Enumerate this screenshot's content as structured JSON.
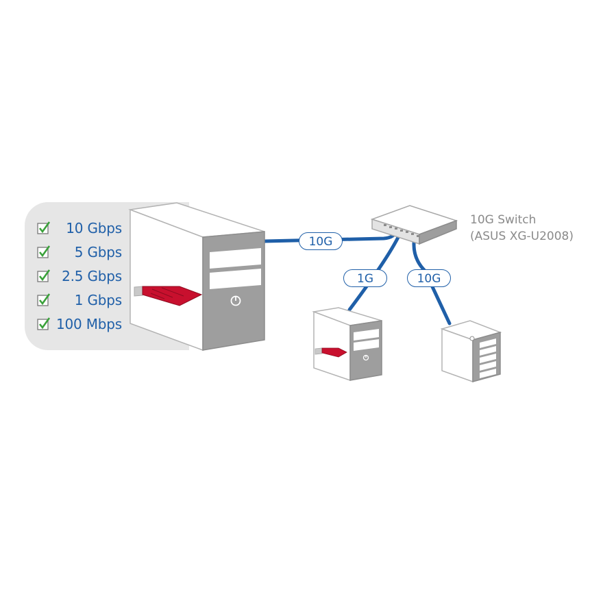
{
  "speeds": [
    {
      "label": "10  Gbps",
      "checked": true
    },
    {
      "label": "5  Gbps",
      "checked": true
    },
    {
      "label": "2.5  Gbps",
      "checked": true
    },
    {
      "label": "1  Gbps",
      "checked": true
    },
    {
      "label": "100 Mbps",
      "checked": true
    }
  ],
  "links": {
    "main": "10G",
    "pc": "1G",
    "nas": "10G"
  },
  "switch": {
    "name": "10G Switch",
    "model": "(ASUS XG-U2008)"
  },
  "colors": {
    "cable": "#1f5fa8",
    "check": "#3aa13a",
    "panel": "#e6e6e6",
    "nic": "#c8102e"
  }
}
